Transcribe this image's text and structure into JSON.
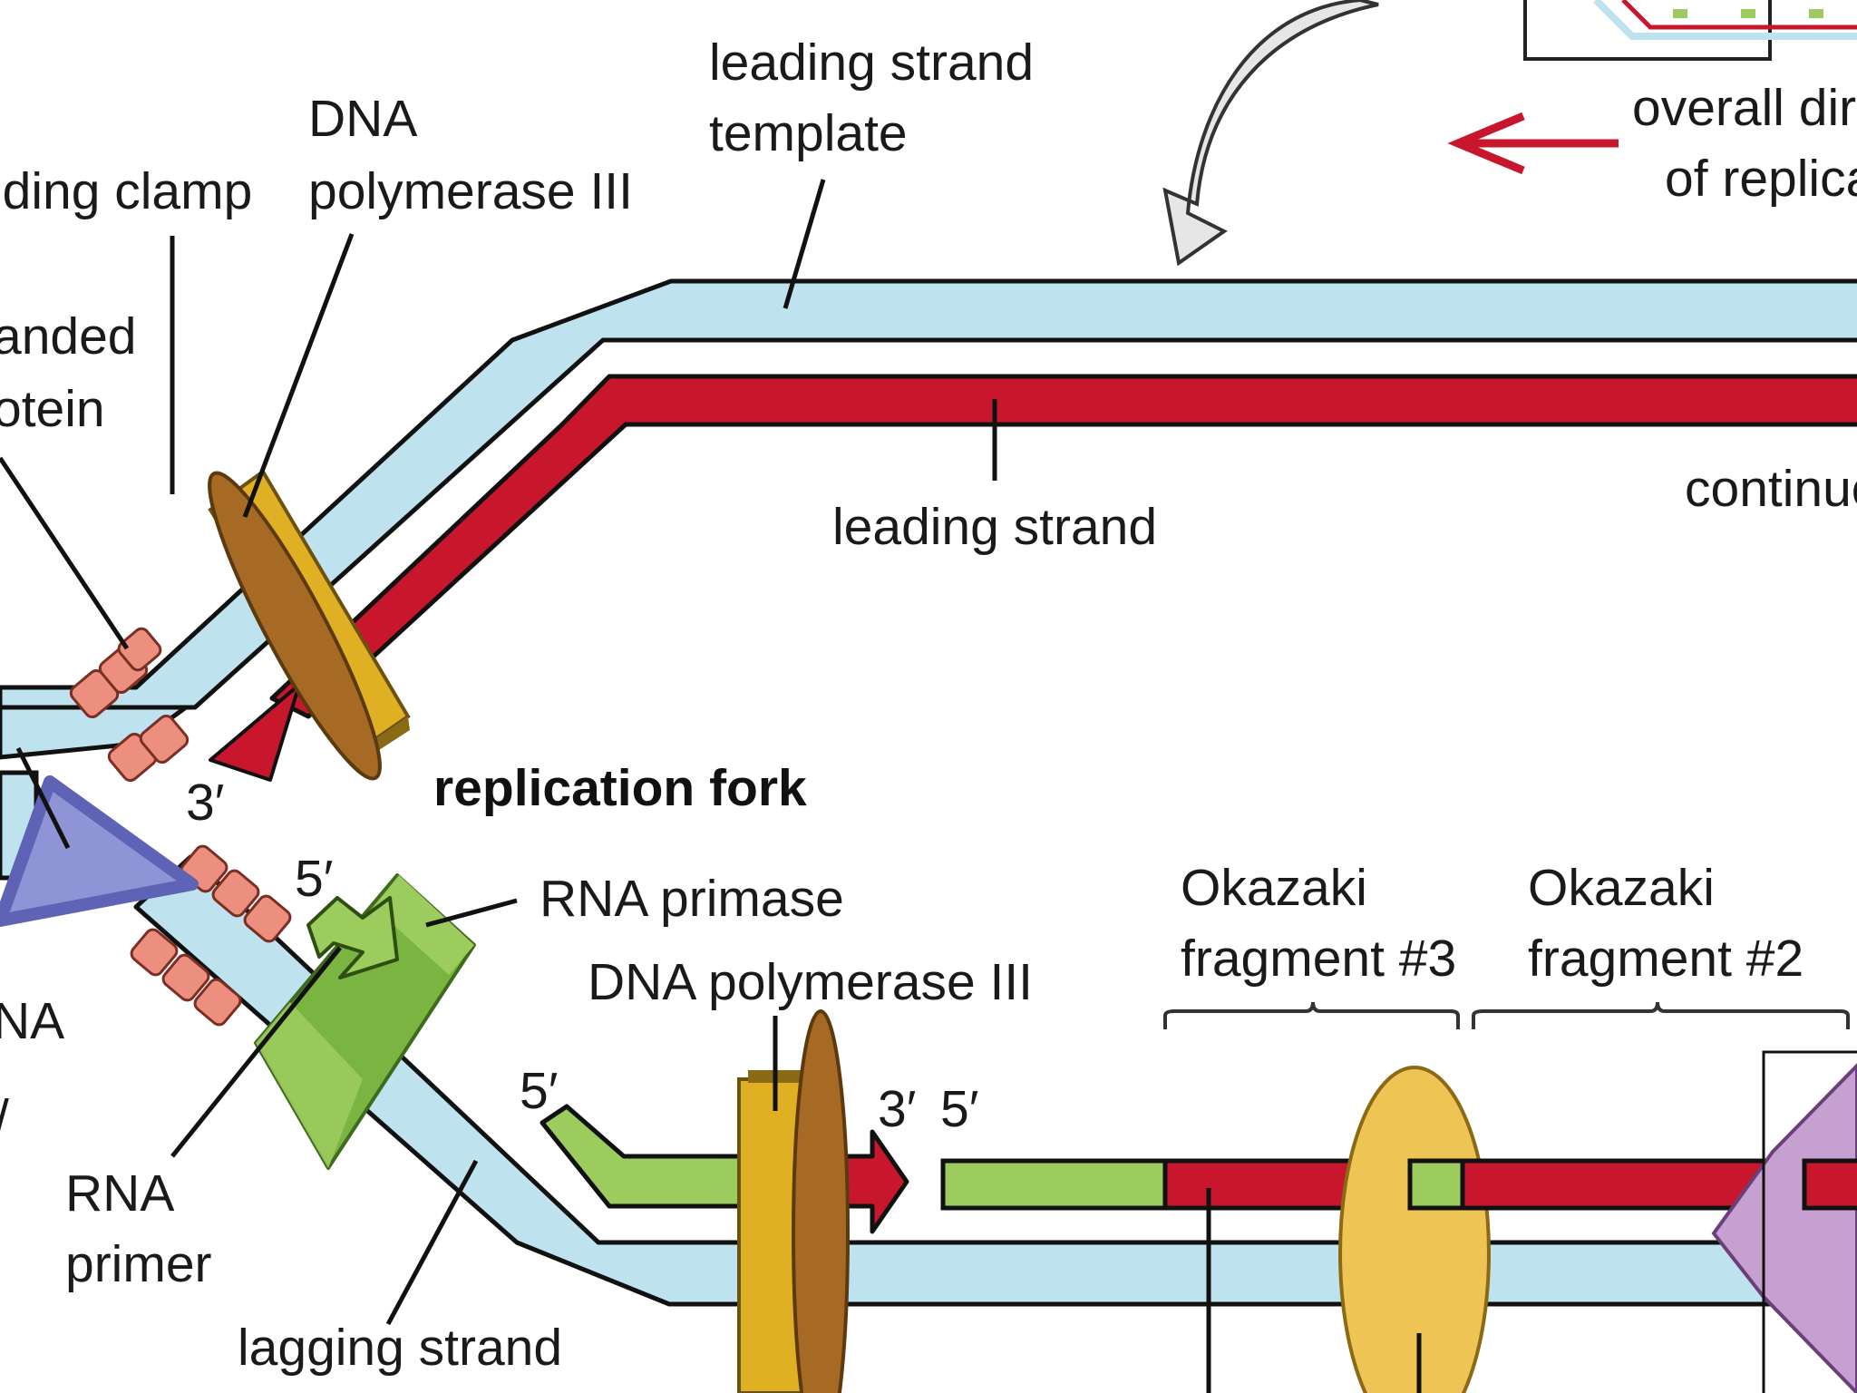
{
  "labels": {
    "sliding_clamp": "iding clamp",
    "dna_pol3_line1": "DNA",
    "dna_pol3_line2": "polymerase III",
    "lead_template_line1": "leading strand",
    "lead_template_line2": "template",
    "overall_line1": "overall dire",
    "overall_line2": "of replica",
    "ssb_line1": "anded",
    "ssb_line2": "otein",
    "leading_strand": "leading strand",
    "continuous": "continuo",
    "prime_3_left": "3′",
    "replication_fork": "replication fork",
    "prime_5_upper": "5′",
    "rna_primase": "RNA primase",
    "dna_pol3_lower": "DNA polymerase III",
    "okazaki3_line1": "Okazaki",
    "okazaki3_line2": "fragment #3",
    "okazaki2_line1": "Okazaki",
    "okazaki2_line2": "fragment #2",
    "na_left": "NA",
    "slash_left": "/",
    "prime_5_lower": "5′",
    "prime_3_mid": "3′",
    "prime_5_mid": "5′",
    "rna_primer_line1": "RNA",
    "rna_primer_line2": "primer",
    "lagging_template": "lagging strand"
  },
  "colors": {
    "template_strand": "#bfe3ee",
    "new_strand": "#c8172d",
    "rna_primer": "#9ccb5e",
    "polymerase": "#e0b024",
    "clamp": "#a66a24",
    "primase": "#7ab542",
    "ssb": "#ec8f7f",
    "helicase": "#5e63b5",
    "ligase": "#eec455",
    "pol1": "#c6a0d0",
    "direction_arrow": "#c8172d"
  }
}
